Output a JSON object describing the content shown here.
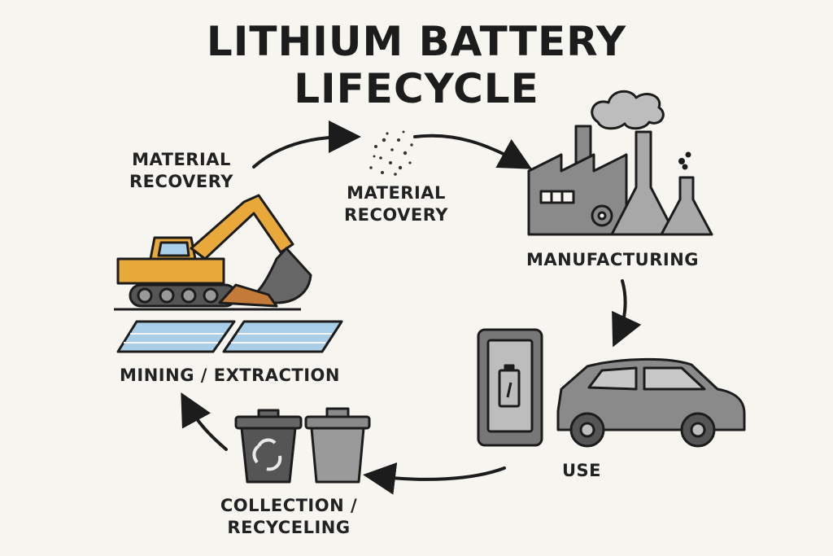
{
  "title": {
    "line1": "LITHIUM BATTERY",
    "line2": "LIFECYCLE"
  },
  "stages": {
    "material_recovery_left": {
      "line1": "MATERIAL",
      "line2": "RECOVERY"
    },
    "material_recovery_center": {
      "line1": "MATERIAL",
      "line2": "RECOVERY"
    },
    "manufacturing": "MANUFACTURING",
    "use": "USE",
    "collection": {
      "line1": "COLLECTION /",
      "line2": "RECYCELING"
    },
    "mining": "MINING / EXTRACTION"
  },
  "icons": [
    "excavator-icon",
    "evaporation-pond-icon",
    "particles-icon",
    "factory-icon",
    "flask-icon",
    "smartphone-battery-icon",
    "car-icon",
    "recycling-bin-icon",
    "trash-bin-icon",
    "arrow-icon"
  ],
  "colors": {
    "background": "#f7f5ef",
    "excavator": "#e8a83a",
    "pond": "#a9cfe8",
    "gray": "#8a8a8a",
    "dark": "#1c1c1c"
  }
}
